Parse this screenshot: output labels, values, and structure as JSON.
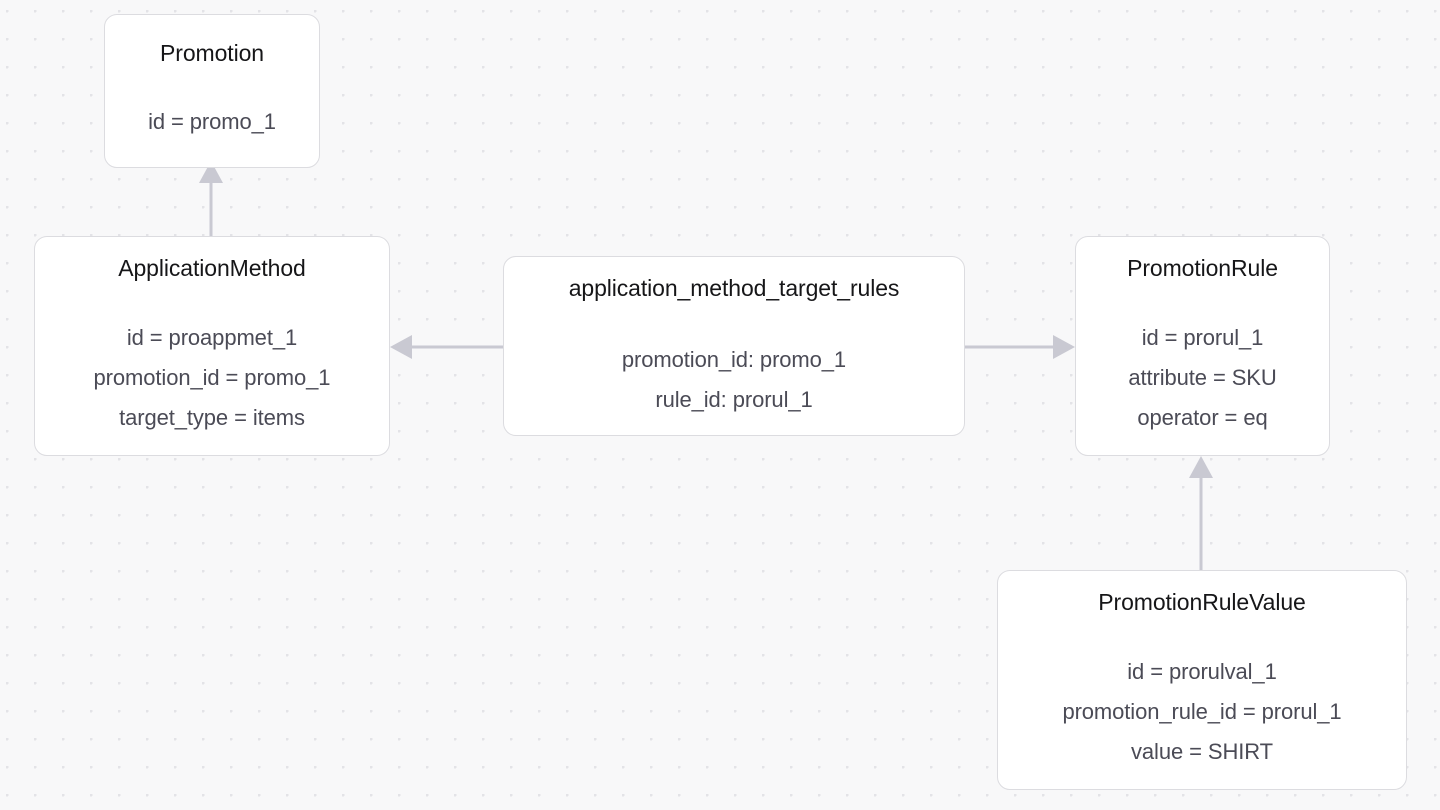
{
  "canvas": {
    "background_color": "#f8f8f9",
    "dot_color": "#e3e3e7",
    "dot_spacing": 28
  },
  "style": {
    "node_background": "#ffffff",
    "node_border_color": "#dcdce0",
    "title_color": "#161618",
    "attribute_color": "#4b4b56",
    "edge_color": "#c9c9d2"
  },
  "nodes": [
    {
      "id": "promotion",
      "title": "Promotion",
      "attributes": [
        "id = promo_1"
      ]
    },
    {
      "id": "application_method",
      "title": "ApplicationMethod",
      "attributes": [
        "id = proappmet_1",
        "promotion_id = promo_1",
        "target_type = items"
      ]
    },
    {
      "id": "junction",
      "title": "application_method_target_rules",
      "attributes": [
        "promotion_id: promo_1",
        "rule_id: prorul_1"
      ]
    },
    {
      "id": "promotion_rule",
      "title": "PromotionRule",
      "attributes": [
        "id = prorul_1",
        "attribute = SKU",
        "operator = eq"
      ]
    },
    {
      "id": "promotion_rule_value",
      "title": "PromotionRuleValue",
      "attributes": [
        "id = prorulval_1",
        "promotion_rule_id = prorul_1",
        "value = SHIRT"
      ]
    }
  ],
  "edges": [
    {
      "id": "application_method-to-promotion",
      "from": "application_method",
      "to": "promotion",
      "direction": "up"
    },
    {
      "id": "junction-to-application_method",
      "from": "junction",
      "to": "application_method",
      "direction": "left"
    },
    {
      "id": "junction-to-promotion_rule",
      "from": "junction",
      "to": "promotion_rule",
      "direction": "right"
    },
    {
      "id": "promotion_rule_value-to-promotion_rule",
      "from": "promotion_rule_value",
      "to": "promotion_rule",
      "direction": "up"
    }
  ]
}
